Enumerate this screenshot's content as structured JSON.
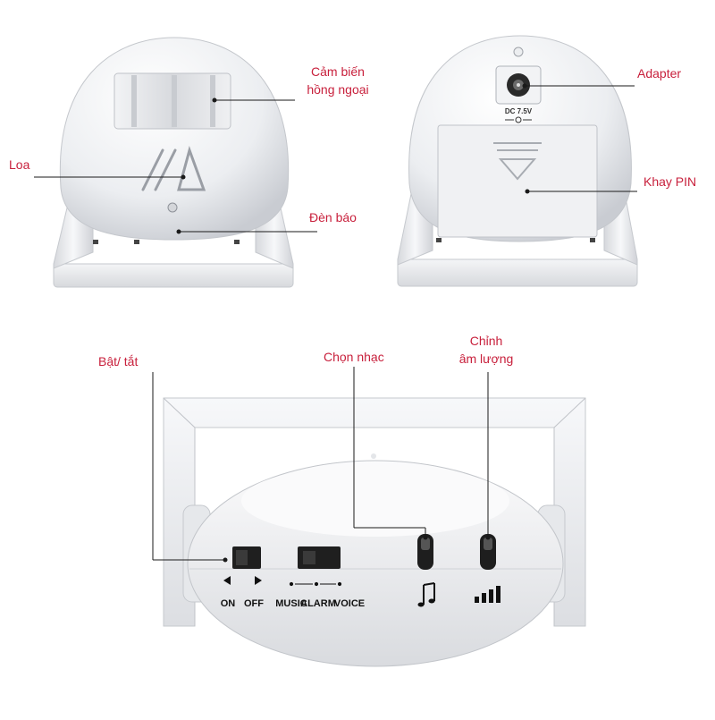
{
  "callouts": {
    "infrared_sensor": [
      "Cảm biến",
      "hồng ngoại"
    ],
    "speaker": "Loa",
    "indicator_light": "Đèn báo",
    "adapter": "Adapter",
    "battery_tray": "Khay PIN",
    "power_switch": "Bật/ tắt",
    "music_select": "Chọn nhạc",
    "volume": [
      "Chỉnh",
      "âm lượng"
    ]
  },
  "device_labels": {
    "dc_rating": "DC 7.5V",
    "on": "ON",
    "off": "OFF",
    "mode_music": "MUSIC",
    "mode_alarm": "ALARM",
    "mode_voice": "VOICE"
  },
  "colors": {
    "callout_text": "#c8203c",
    "leader_line": "#1a1a1a",
    "device_body": "#f4f5f7",
    "device_shadow": "#c9ccd2"
  },
  "icons": [
    "music-note-icon",
    "volume-bars-icon",
    "play-left-icon",
    "play-right-icon",
    "dc-polarity-icon"
  ]
}
